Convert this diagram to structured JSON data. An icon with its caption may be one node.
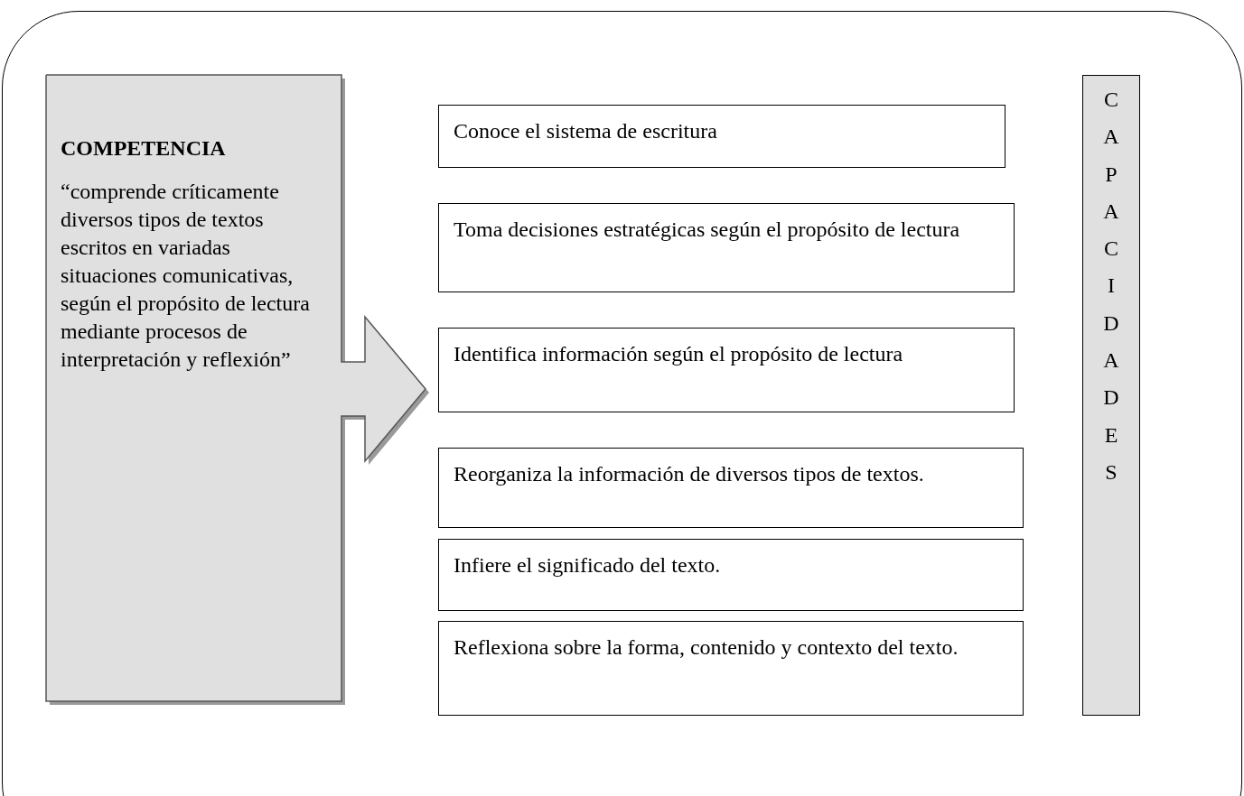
{
  "diagram": {
    "nodes": [
      {
        "text": [],
        "shape": "box"
      },
      {
        "text": [
          "COMPETENCIA",
          "“comprende críticamente diversos tipos de textos escritos en variadas situaciones comunicativas, según el propósito de lectura mediante procesos de interpretación y reflexión”"
        ],
        "in": 0
      },
      {
        "text": [
          "Conoce el sistema de escritura"
        ],
        "in": 0
      },
      {
        "text": [
          "Toma decisiones estratégicas según el propósito de lectura"
        ],
        "in": 0
      },
      {
        "text": [
          "Identifica información según el propósito de lectura"
        ],
        "in": 0
      },
      {
        "text": [
          "Reorganiza la información de diversos tipos de textos."
        ],
        "in": 0
      },
      {
        "text": [
          "Infiere el significado del texto."
        ],
        "in": 0
      },
      {
        "text": [
          "Reflexiona sobre la forma, contenido y contexto del texto."
        ],
        "in": 0
      },
      {
        "text": [
          "CAPACIDADES"
        ],
        "in": 0
      }
    ]
  }
}
